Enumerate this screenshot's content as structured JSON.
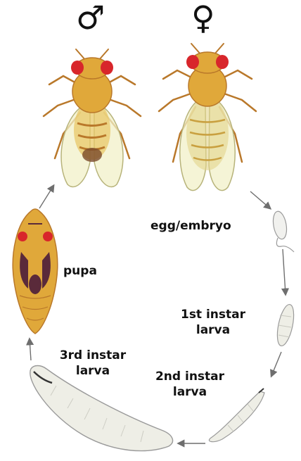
{
  "symbols": {
    "male": "♂",
    "female": "♀"
  },
  "stages": {
    "egg": "egg/embryo",
    "first_instar": [
      "1st instar",
      "larva"
    ],
    "second_instar": [
      "2nd instar",
      "larva"
    ],
    "third_instar": [
      "3rd instar",
      "larva"
    ],
    "pupa": "pupa"
  },
  "colors": {
    "body": "#e0a83a",
    "body_dark": "#b9782a",
    "eye": "#d8262b",
    "wing": "#f2f0c8",
    "wing_edge": "#b7b37a",
    "larva": "#eeeee6",
    "arrow": "#6e6e6e",
    "pupa_dark": "#5a2a3a"
  }
}
